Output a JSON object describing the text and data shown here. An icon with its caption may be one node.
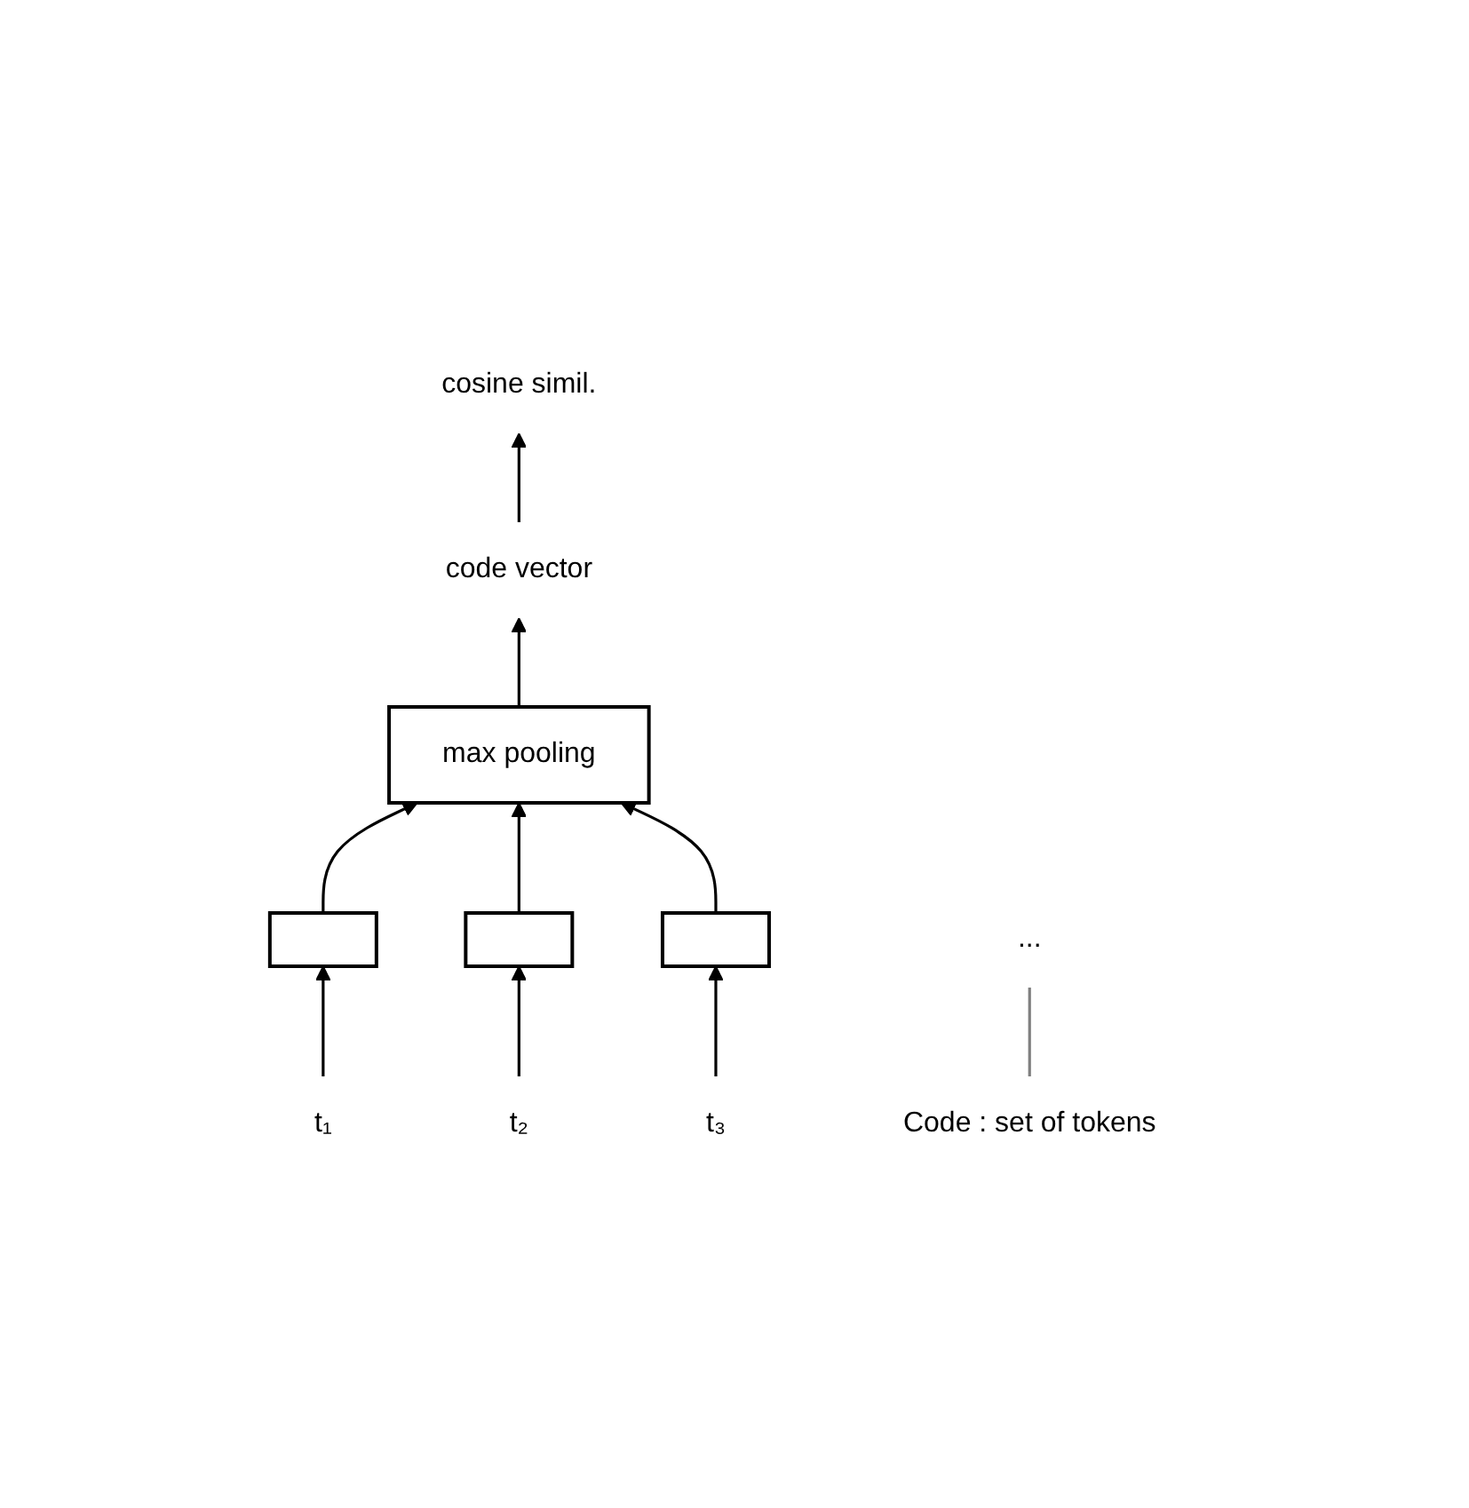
{
  "diagram": {
    "nodes": [
      {
        "text": [
          "code vector"
        ]
      },
      {
        "text": [
          "cosine simil."
        ]
      },
      {
        "text": [
          "max pooling"
        ]
      },
      {
        "text": [],
        "shape": "box"
      },
      {
        "text": [],
        "shape": "box"
      },
      {
        "text": [],
        "shape": "box"
      },
      {
        "text": [
          "t₁"
        ]
      },
      {
        "text": [
          "t₂"
        ]
      },
      {
        "text": [
          "t₃"
        ]
      },
      {
        "text": [
          "..."
        ]
      },
      {
        "text": [
          "Code : set of tokens"
        ]
      }
    ],
    "edges": [
      {
        "from": 0,
        "to": 1,
        "arrow": "to"
      },
      {
        "from": 2,
        "to": 0,
        "arrow": "to"
      },
      {
        "from": 3,
        "to": 2,
        "arrow": "to"
      },
      {
        "from": 4,
        "to": 2,
        "arrow": "to"
      },
      {
        "from": 5,
        "to": 2,
        "arrow": "to"
      },
      {
        "from": 6,
        "to": 3,
        "arrow": "to"
      },
      {
        "from": 7,
        "to": 4,
        "arrow": "to"
      },
      {
        "from": 8,
        "to": 5,
        "arrow": "to"
      },
      {
        "from": 10,
        "to": 9,
        "arrow": "none"
      }
    ]
  }
}
